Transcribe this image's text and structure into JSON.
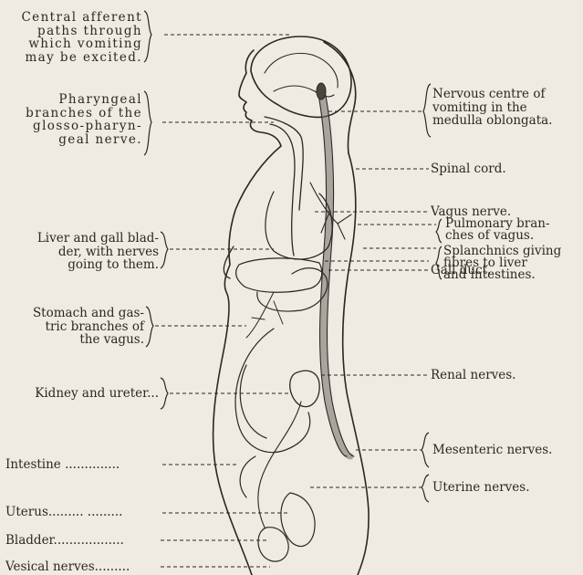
{
  "labels": {
    "central_afferent": "Central afferent\npaths through\nwhich vomiting\nmay be excited.",
    "pharyngeal": "Pharyngeal\nbranches of the\nglosso-pharyn-\ngeal nerve.",
    "liver_gall": "Liver and gall blad-\nder, with nerves\ngoing to them.",
    "stomach": "Stomach and gas-\ntric branches of\nthe vagus.",
    "kidney": "Kidney and ureter...",
    "intestine": "Intestine ..............",
    "uterus": "Uterus......... .........",
    "bladder": "Bladder..................",
    "vesical": "Vesical nerves.........",
    "nervous_centre": "Nervous centre of\nvomiting in the\nmedulla oblongata.",
    "spinal_cord": "Spinal cord.",
    "vagus": "Vagus nerve.",
    "pulmonary": "Pulmonary bran-\nches of vagus.",
    "splanchnics": "Splanchnics giving\nfibres to liver\nand intestines.",
    "gall_duct": "Gall duct.",
    "renal": "Renal nerves.",
    "mesenteric": "Mesenteric nerves.",
    "uterine": "Uterine nerves."
  }
}
